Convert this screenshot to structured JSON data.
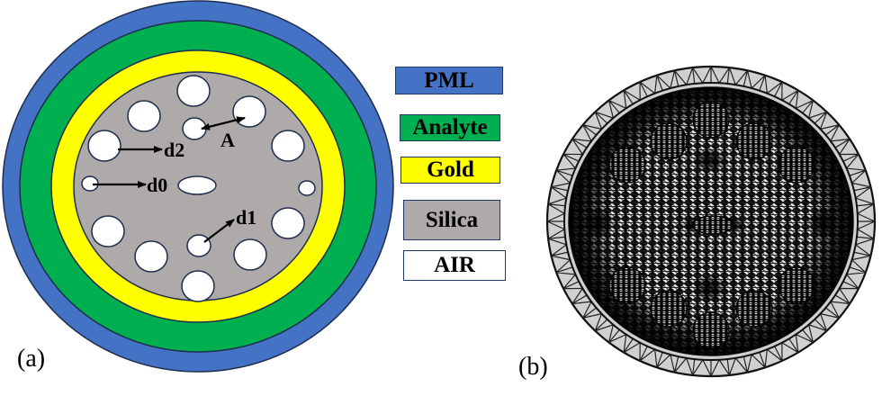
{
  "panel_a": {
    "label": "(a)",
    "layers": [
      {
        "name": "PML",
        "color": "#4472C4"
      },
      {
        "name": "Analyte",
        "color": "#00B050"
      },
      {
        "name": "Gold",
        "color": "#FFFF00"
      },
      {
        "name": "Silica",
        "color": "#AEAAAA"
      }
    ],
    "air_hole_color": "#FFFFFF",
    "outline_color": "#1F2D4D",
    "annotations": {
      "d2": "d2",
      "d0": "d0",
      "d1": "d1",
      "A": "A"
    }
  },
  "legend": {
    "items": [
      {
        "label": "PML",
        "color": "#4472C4"
      },
      {
        "label": "Analyte",
        "color": "#00B050"
      },
      {
        "label": "Gold",
        "color": "#FFFF00"
      },
      {
        "label": "Silica",
        "color": "#AEAAAA"
      },
      {
        "label": "AIR",
        "color": "#FFFFFF"
      }
    ]
  },
  "panel_b": {
    "label": "(b)",
    "description": "Finite element mesh of the fiber cross-section",
    "pml_fill": "#D0D0D0",
    "mesh_color": "#111111"
  }
}
